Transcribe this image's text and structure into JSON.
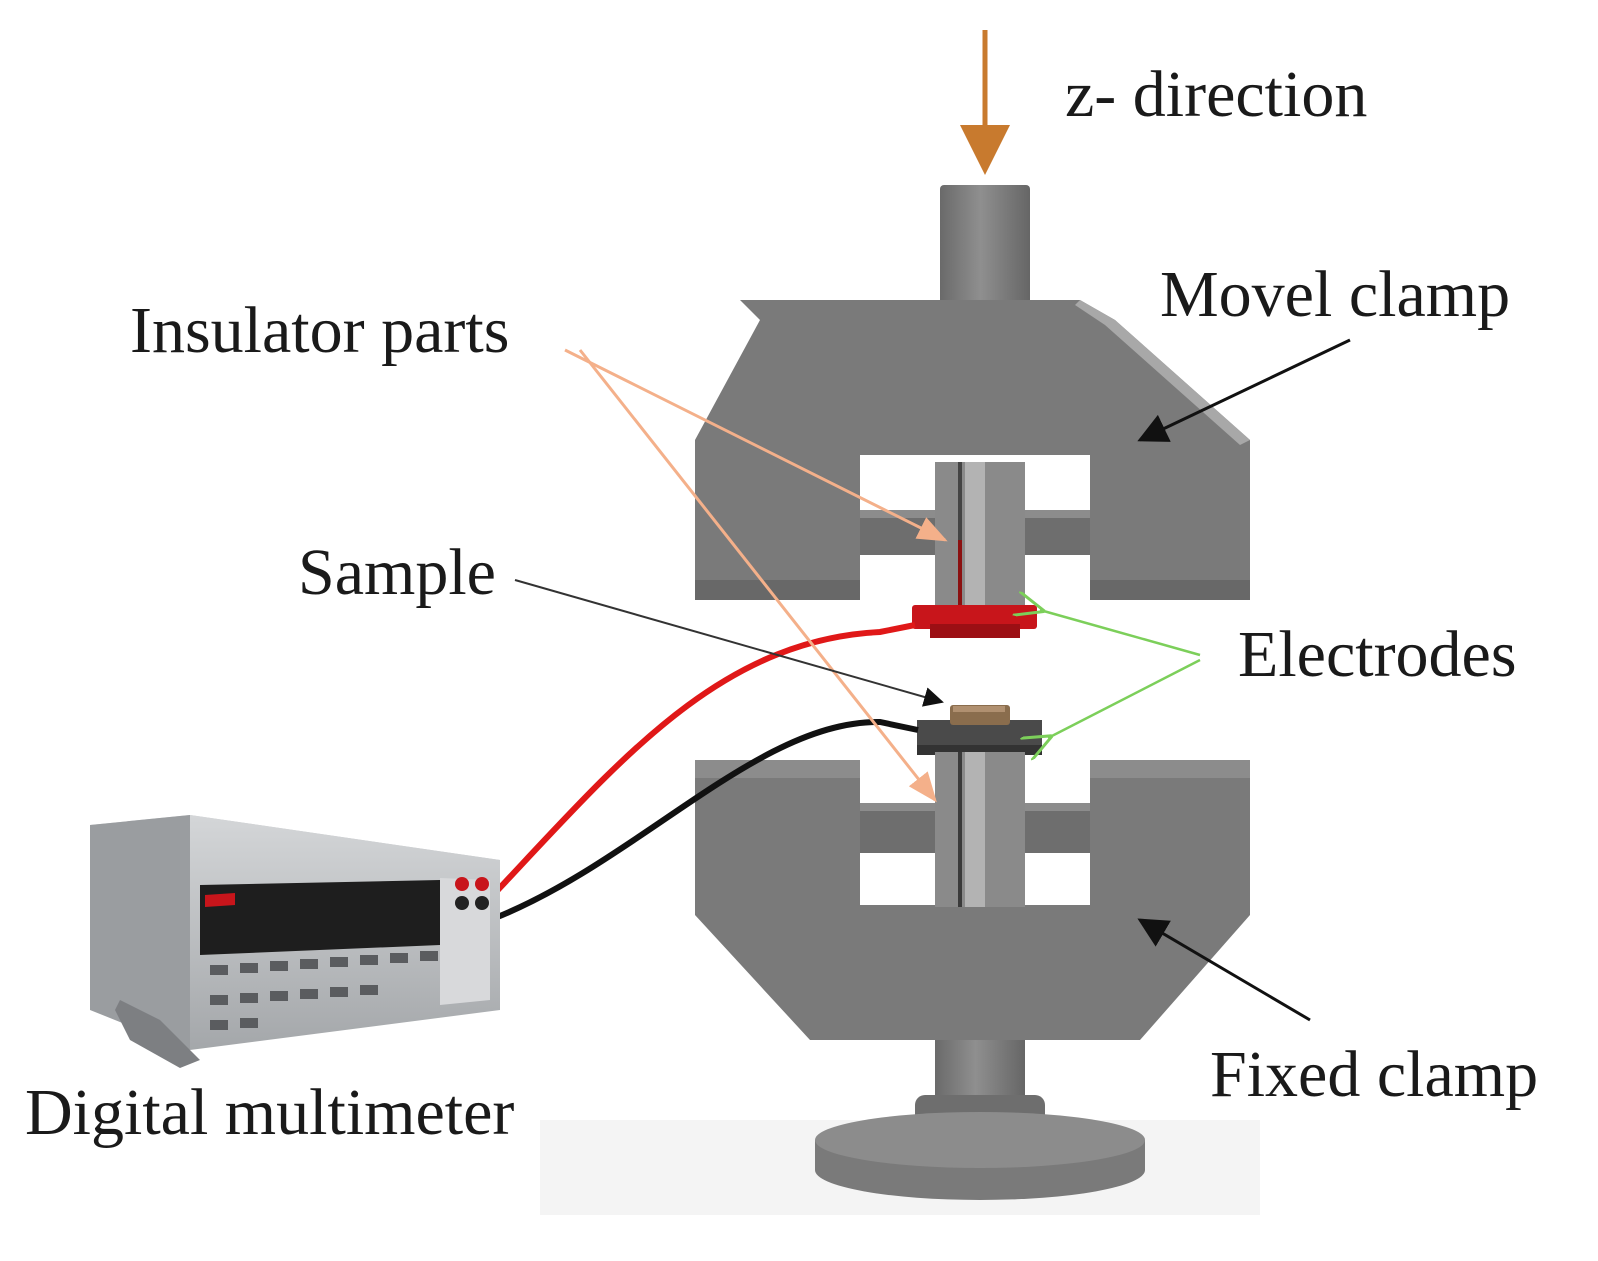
{
  "labels": {
    "z_direction": "z- direction",
    "movel_clamp": "Movel clamp",
    "insulator_parts": "Insulator parts",
    "sample": "Sample",
    "electrodes": "Electrodes",
    "fixed_clamp": "Fixed clamp",
    "digital_multimeter": "Digital multimeter"
  },
  "colors": {
    "clamp": "#7a7a7a",
    "clamp_dark": "#5e5e5e",
    "clamp_light": "#9a9a9a",
    "z_arrow": "#c87a2e",
    "insulator_arrow": "#f0a07a",
    "electrode_arrow": "#7ccf5a",
    "red_electrode": "#c8151b",
    "red_wire": "#e01818",
    "black_wire": "#111111",
    "multimeter_body": "#b7b9bc",
    "multimeter_display": "#1e1e1e"
  },
  "icons": {
    "arrow": "arrow-icon"
  }
}
